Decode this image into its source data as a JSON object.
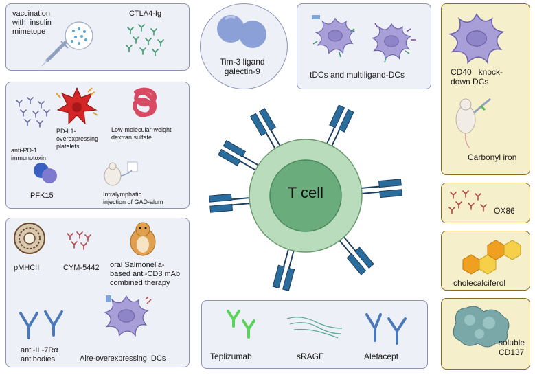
{
  "top_left": {
    "vaccination": "vaccination\nwith  insulin\nmimetope",
    "ctla4": "CTLA4-Ig"
  },
  "mid_left": {
    "anti_pd1": "anti-PD-1\nimmunotoxin",
    "pdl1": "PD-L1-\noverexpressing\nplatelets",
    "dextran": "Low-molecular-weight\ndextran sulfate",
    "pfk15": "PFK15",
    "intralymphatic": "Intralymphatic\ninjection of GAD-alum"
  },
  "bottom_left": {
    "pmhcii": "pMHCII",
    "cym": "CYM-5442",
    "salmonella": "oral Salmonella-\nbased anti-CD3 mAb\ncombined therapy",
    "anti_il7": "anti-IL-7Rα\nantibodies",
    "aire": "Aire-overexpressing  DCs"
  },
  "tim3": "Tim-3 ligand\ngalectin-9",
  "tdcs": "tDCs and multiligand-DCs",
  "center": "T cell",
  "bottom_center": {
    "teplizumab": "Teplizumab",
    "srage": "sRAGE",
    "alefacept": "Alefacept"
  },
  "right": {
    "cd40": "CD40   knock-\ndown DCs",
    "carbonyl": "Carbonyl iron",
    "ox86": "OX86",
    "cholecalciferol": "cholecalciferol",
    "cd137": "soluble\nCD137"
  },
  "colors": {
    "panel_border": "#8c93b8",
    "panel_fill": "#eef0f7",
    "yellow_border": "#8a6a1e",
    "yellow_fill": "#f6efcb",
    "tcell_outer": "#b9dcbc",
    "tcell_inner": "#6aac7c",
    "receptor": "#2a6d9c",
    "dc": "#a89fd8",
    "antibody_red": "#b2454a",
    "antibody_green": "#3e9a6e",
    "antibody_blue": "#4a78b8",
    "hex": "#f0c030"
  }
}
